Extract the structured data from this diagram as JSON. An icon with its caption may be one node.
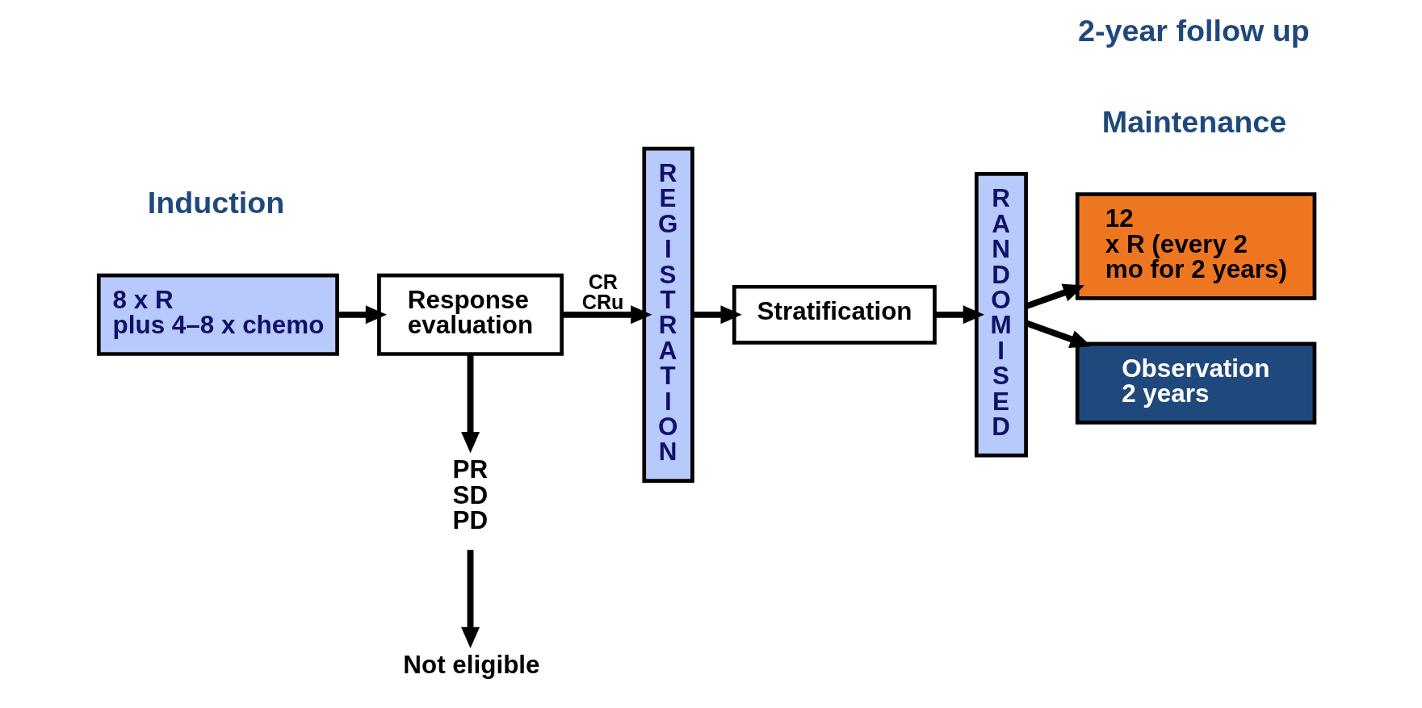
{
  "diagram": {
    "nodes": [
      {
        "text": [
          "8 x R plus 4–8 x chemo"
        ]
      },
      {
        "text": [
          "Response evaluation"
        ]
      },
      {
        "text": [
          "REGISTRATION"
        ]
      },
      {
        "text": [
          "Stratification"
        ]
      },
      {
        "text": [
          "RANDOMISED"
        ]
      },
      {
        "text": [
          "12 x R (every 2 mo for 2 years)"
        ]
      },
      {
        "text": [
          "Observation 2 years"
        ]
      },
      {
        "text": [
          "PR SD PD"
        ]
      },
      {
        "text": [
          "Not eligible"
        ]
      }
    ],
    "edges": [
      {
        "from": 0,
        "to": 1,
        "arrow": "to"
      },
      {
        "from": 1,
        "to": 2,
        "arrow": "to",
        "label": "CR CRu"
      },
      {
        "from": 2,
        "to": 3,
        "arrow": "to"
      },
      {
        "from": 3,
        "to": 4,
        "arrow": "to"
      },
      {
        "from": 4,
        "to": 5,
        "arrow": "to"
      },
      {
        "from": 4,
        "to": 6,
        "arrow": "to"
      },
      {
        "from": 1,
        "to": 7,
        "arrow": "to"
      },
      {
        "from": 7,
        "to": 8,
        "arrow": "to"
      }
    ],
    "labels": [
      "Induction",
      "Maintenance",
      "2-year follow up"
    ]
  }
}
